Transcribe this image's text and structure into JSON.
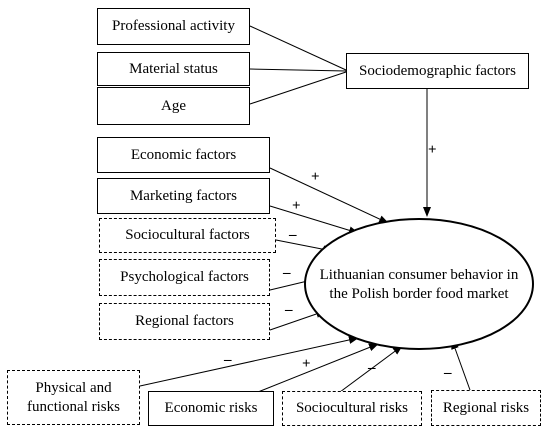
{
  "nodes": {
    "professional_activity": "Professional activity",
    "material_status": "Material status",
    "age": "Age",
    "sociodemographic_factors": "Sociodemographic factors",
    "economic_factors": "Economic factors",
    "marketing_factors": "Marketing factors",
    "sociocultural_factors": "Sociocultural factors",
    "psychological_factors": "Psychological factors",
    "regional_factors": "Regional factors",
    "physical_functional_risks": "Physical and functional risks",
    "economic_risks": "Economic risks",
    "sociocultural_risks": "Sociocultural risks",
    "regional_risks": "Regional risks",
    "central_behavior": "Lithuanian consumer behavior in the Polish border food market"
  },
  "signs": {
    "sociodemographic": "+",
    "economic_factors": "+",
    "marketing_factors": "+",
    "sociocultural_factors": "–",
    "psychological_factors": "–",
    "regional_factors": "–",
    "physical_functional_risks": "–",
    "economic_risks": "+",
    "sociocultural_risks": "–",
    "regional_risks": "–"
  }
}
